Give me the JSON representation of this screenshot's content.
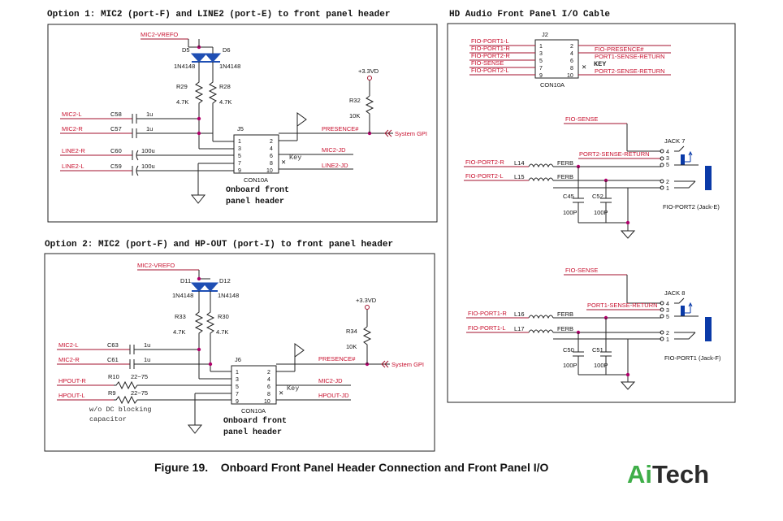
{
  "option1": {
    "title": "Option 1: MIC2 (port-F) and LINE2 (port-E) to front panel header",
    "vrefo": "MIC2-VREFO",
    "d_left": "D5",
    "d_right": "D6",
    "diode_part": "1N4148",
    "r_left": "R29",
    "r_right": "R28",
    "r_val": "4.7K",
    "vcc": "+3.3VD",
    "r_pull": "R32",
    "r_pull_val": "10K",
    "nets": [
      "MIC2-L",
      "MIC2-R",
      "LINE2-R",
      "LINE2-L"
    ],
    "caps": [
      "C58",
      "C57",
      "C60",
      "C59"
    ],
    "cap_vals": [
      "1u",
      "1u",
      "100u",
      "100u"
    ],
    "conn": "J5",
    "conn_part": "CON10A",
    "pins_left": [
      "1",
      "3",
      "5",
      "7",
      "9"
    ],
    "pins_right": [
      "2",
      "4",
      "6",
      "8",
      "10"
    ],
    "presence": "PRESENCE#",
    "gpi": "System GPI",
    "right_nets": [
      "MIC2-JD",
      "LINE2-JD"
    ],
    "key": "Key",
    "caption_line1": "Onboard front",
    "caption_line2": "panel header"
  },
  "option2": {
    "title": "Option 2: MIC2 (port-F) and HP-OUT (port-I) to front panel header",
    "vrefo": "MIC2-VREFO",
    "d_left": "D11",
    "d_right": "D12",
    "diode_part": "1N4148",
    "r_left": "R33",
    "r_right": "R30",
    "r_val": "4.7K",
    "vcc": "+3.3VD",
    "r_pull": "R34",
    "r_pull_val": "10K",
    "nets": [
      "MIC2-L",
      "MIC2-R",
      "HPOUT-R",
      "HPOUT-L"
    ],
    "caps": [
      "C63",
      "C61"
    ],
    "cap_vals": [
      "1u",
      "1u"
    ],
    "resistors": [
      "R10",
      "R9"
    ],
    "res_val": "22~75",
    "conn": "J6",
    "conn_part": "CON10A",
    "pins_left": [
      "1",
      "3",
      "5",
      "7",
      "9"
    ],
    "pins_right": [
      "2",
      "4",
      "6",
      "8",
      "10"
    ],
    "presence": "PRESENCE#",
    "gpi": "System GPI",
    "right_nets": [
      "MIC2-JD",
      "HPOUT-JD"
    ],
    "key": "Key",
    "note_line1": "w/o DC blocking",
    "note_line2": "capacitor",
    "caption_line1": "Onboard front",
    "caption_line2": "panel header"
  },
  "cable": {
    "title": "HD Audio Front Panel I/O Cable",
    "conn": "J2",
    "conn_part": "CON10A",
    "left_nets": [
      "FIO-PORT1-L",
      "FIO-PORT1-R",
      "FIO-PORT2-R",
      "FIO-SENSE",
      "FIO-PORT2-L"
    ],
    "right_nets": [
      "FIO-PRESENCE#",
      "PORT1-SENSE-RETURN",
      "PORT2-SENSE-RETURN"
    ],
    "key": "KEY",
    "pins_left": [
      "1",
      "3",
      "5",
      "7",
      "9"
    ],
    "pins_right": [
      "2",
      "4",
      "6",
      "8",
      "10"
    ],
    "jack7": {
      "sense": "FIO-SENSE",
      "ret": "PORT2-SENSE-RETURN",
      "name": "JACK 7",
      "r_net": "FIO-PORT2-R",
      "l_net": "FIO-PORT2-L",
      "ind_r": "L14",
      "ind_l": "L15",
      "ferb": "FERB",
      "caps": [
        "C45",
        "C52"
      ],
      "cap_val": "100P",
      "pins": [
        "4",
        "3",
        "5",
        "2",
        "1"
      ],
      "label": "FIO-PORT2 (Jack-E)"
    },
    "jack8": {
      "sense": "FIO-SENSE",
      "ret": "PORT1-SENSE-RETURN",
      "name": "JACK 8",
      "r_net": "FIO-PORT1-R",
      "l_net": "FIO-PORT1-L",
      "ind_r": "L16",
      "ind_l": "L17",
      "ferb": "FERB",
      "caps": [
        "C50",
        "C51"
      ],
      "cap_val": "100P",
      "pins": [
        "4",
        "3",
        "5",
        "2",
        "1"
      ],
      "label": "FIO-PORT1 (Jack-F)"
    }
  },
  "figure": {
    "caption": "Figure 19.    Onboard Front Panel Header Connection and Front Panel I/O"
  },
  "brand": {
    "logo": "AiTech",
    "green": "#3fae49",
    "dark": "#2b2b2b"
  },
  "colors": {
    "net_label": "#c8102e",
    "wire_red": "#a3122e",
    "diode": "#1f4fb4",
    "junction": "#b0006a"
  }
}
